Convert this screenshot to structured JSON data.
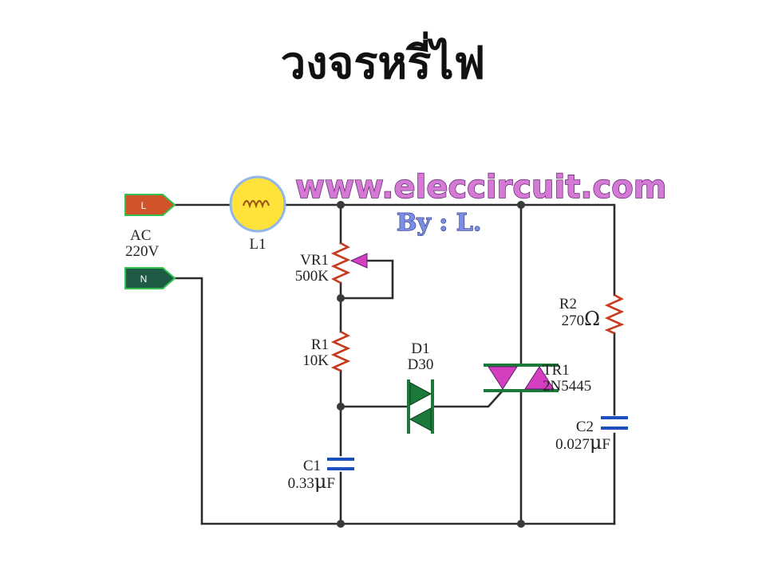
{
  "title": "วงจรหรี่ไฟ",
  "website": "www.eleccircuit.com",
  "author": "By : L.",
  "source": {
    "line_tag": "L",
    "neutral_tag": "N",
    "ac_label": "AC",
    "voltage_label": "220V"
  },
  "components": {
    "lamp": {
      "ref": "L1"
    },
    "vr1": {
      "ref": "VR1",
      "value": "500K"
    },
    "r1": {
      "ref": "R1",
      "value": "10K"
    },
    "c1": {
      "ref": "C1",
      "value_num": "0.33",
      "unit_prefix": "μ",
      "unit": "F"
    },
    "d1": {
      "ref": "D1",
      "value": "D30"
    },
    "tr1": {
      "ref": "TR1",
      "value": "2N5445"
    },
    "r2": {
      "ref": "R2",
      "value_num": "270",
      "unit": "Ω"
    },
    "c2": {
      "ref": "C2",
      "value_num": "0.027",
      "unit_prefix": "μ",
      "unit": "F"
    }
  },
  "colors": {
    "line_tag": "#d0532a",
    "neutral_tag": "#1f5b44",
    "tag_border": "#32c14e",
    "lamp_fill": "#ffe23a",
    "lamp_ring": "#8fb7e8",
    "resistor": "#c63b1e",
    "capacitor": "#1e4fbf",
    "component_fill": "#d43fbf",
    "diode_fill": "#1b7a3a",
    "wire": "#2d2d2d"
  }
}
